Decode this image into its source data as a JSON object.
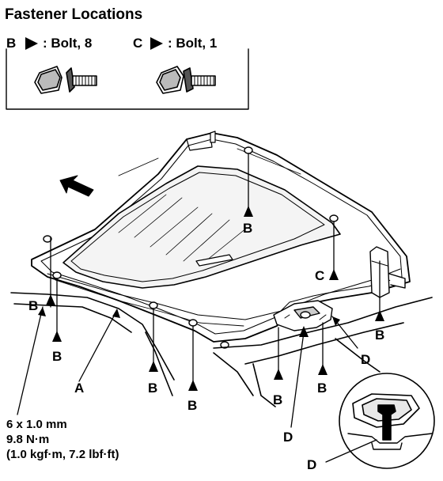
{
  "title": "Fastener Locations",
  "fasteners": [
    {
      "letter": "B",
      "description": ": Bolt, 8"
    },
    {
      "letter": "C",
      "description": ": Bolt, 1"
    }
  ],
  "labels": {
    "A": "A",
    "B": "B",
    "C": "C",
    "D": "D"
  },
  "torque": {
    "size": "6 x 1.0 mm",
    "nm": "9.8 N·m",
    "alt": "(1.0 kgf·m, 7.2 lbf·ft)"
  },
  "icons": [
    "pointer-triangle-icon",
    "bolt-icon",
    "flange-bolt-icon",
    "direction-arrow-icon",
    "clip-icon"
  ]
}
